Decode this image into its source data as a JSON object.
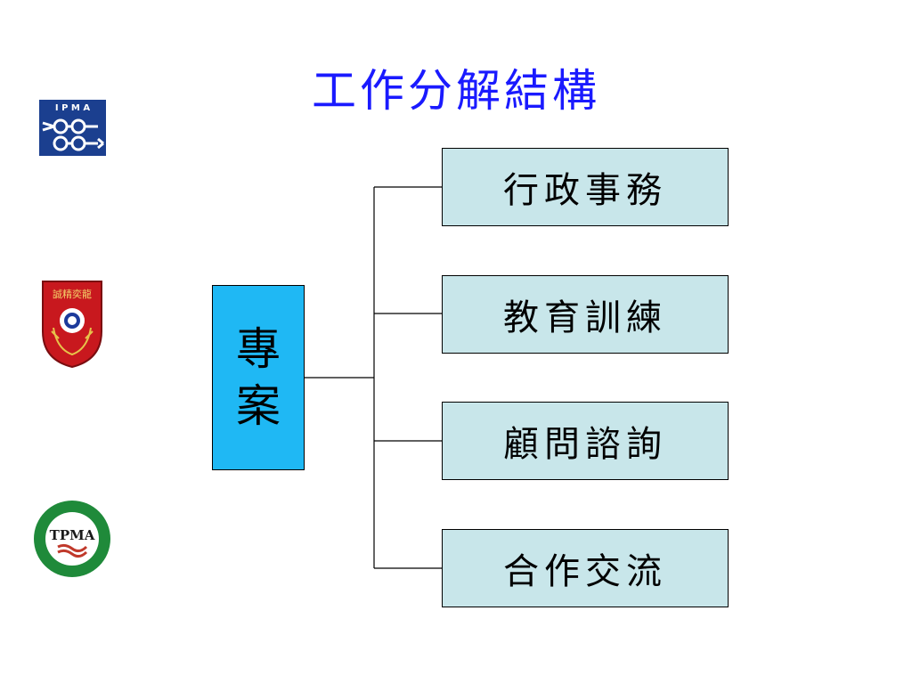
{
  "slide": {
    "title": "工作分解結構"
  },
  "logos": {
    "ipma_text": "I P M A",
    "shield_text": "誠精奕龍",
    "tpma_text": "TPMA"
  },
  "wbs": {
    "root_label": [
      "專",
      "案"
    ],
    "children": [
      "行政事務",
      "教育訓練",
      "顧問諮詢",
      "合作交流"
    ]
  },
  "colors": {
    "title": "#1a1aff",
    "root_fill": "#1fb8f4",
    "child_fill": "#c8e6ea",
    "connector": "#000000"
  }
}
